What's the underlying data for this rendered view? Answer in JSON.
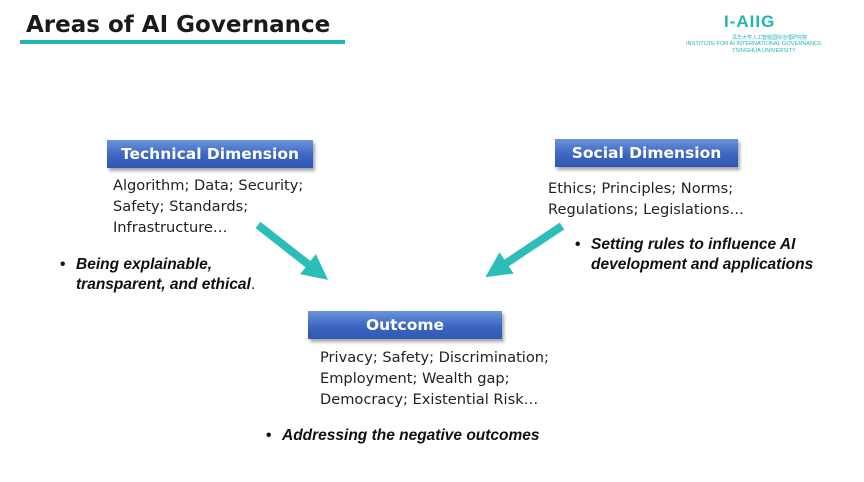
{
  "title": "Areas of AI Governance",
  "logo": {
    "mark": "I-AIIG",
    "chinese": "清华大学人工智能国际治理研究院",
    "english_line1": "INSTITUTE FOR AI INTERNATIONAL GOVERNANCE",
    "english_line2": "TSINGHUA UNIVERSITY"
  },
  "technical": {
    "label": "Technical Dimension",
    "items": [
      "Algorithm;  Data; Security;",
      "Safety; Standards;",
      "Infrastructure…"
    ],
    "bullet": [
      "Being explainable,",
      "transparent, and ethical"
    ],
    "bullet_suffix": "."
  },
  "social": {
    "label": "Social Dimension",
    "items": [
      "Ethics; Principles;  Norms;",
      "Regulations; Legislations…"
    ],
    "bullet": [
      "Setting rules to influence AI",
      "development and applications"
    ]
  },
  "outcome": {
    "label": "Outcome",
    "items": [
      "Privacy;  Safety; Discrimination;",
      "Employment; Wealth gap;",
      "Democracy; Existential Risk…"
    ],
    "bullet": [
      "Addressing the negative outcomes"
    ]
  },
  "colors": {
    "accent": "#1fb5b4",
    "box": "#3c66c2",
    "arrow": "#2bbdb8"
  }
}
